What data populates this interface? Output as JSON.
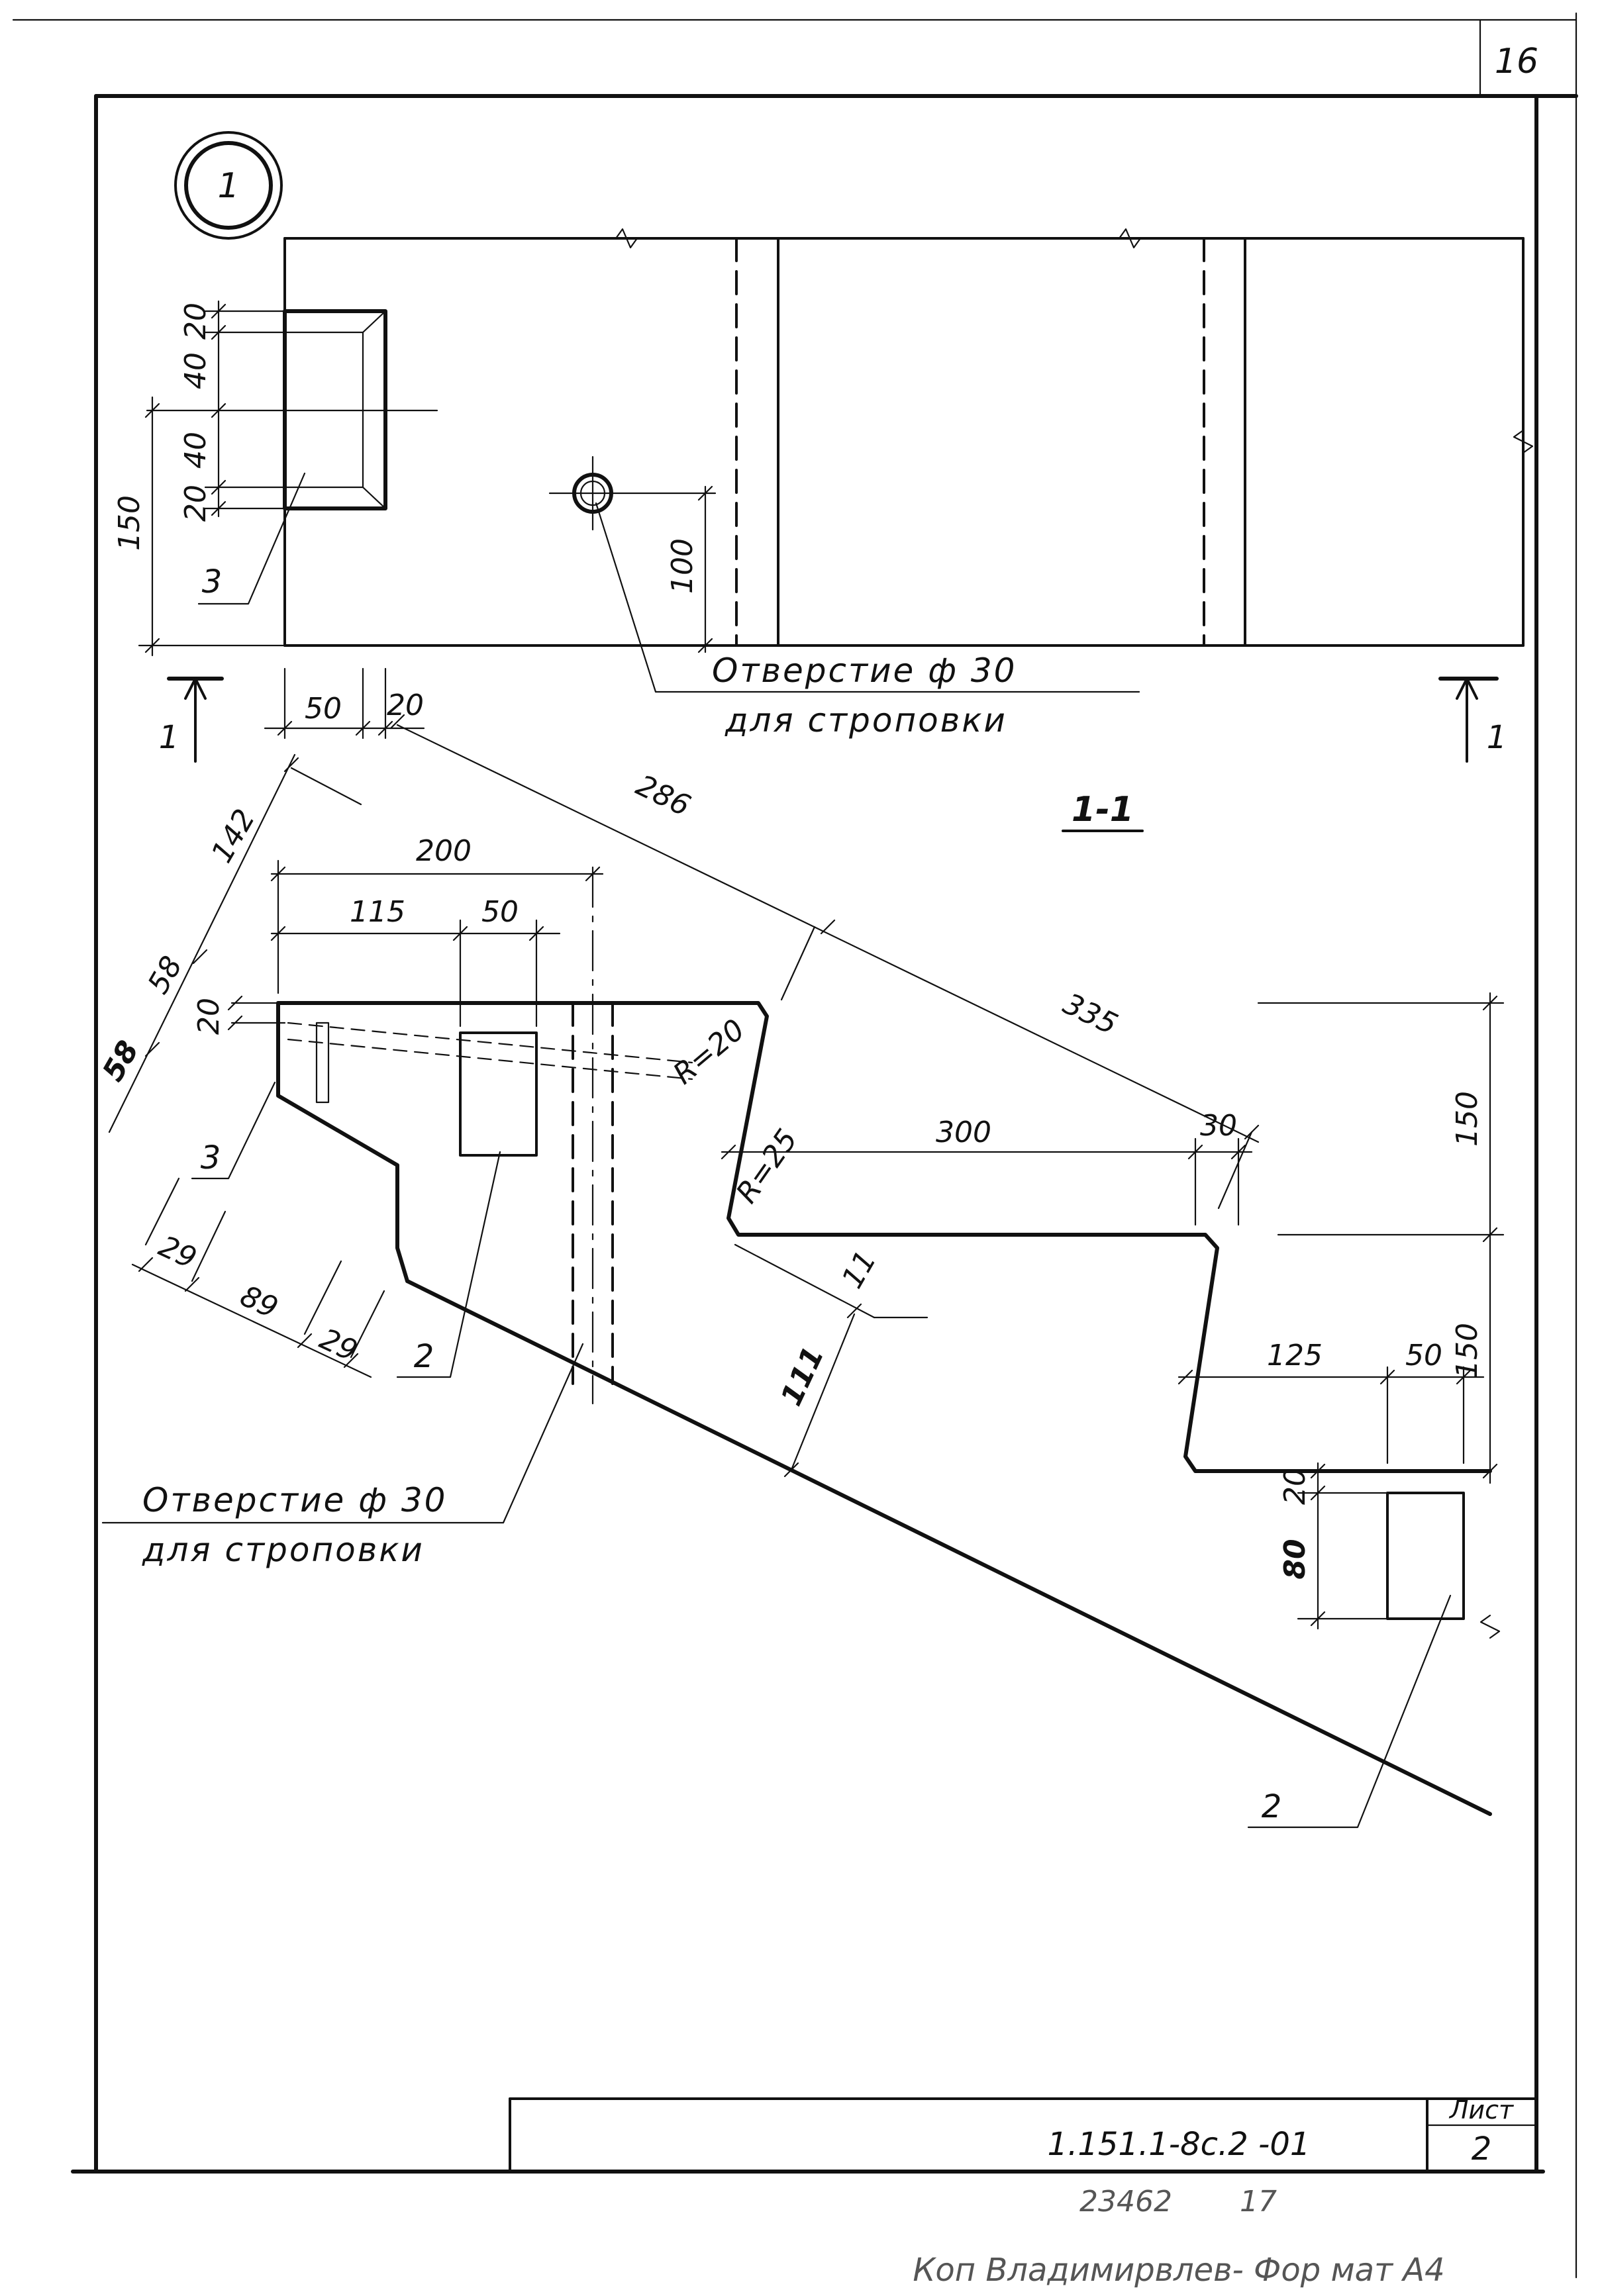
{
  "sheet": {
    "page_number": "16",
    "node_marker": "1",
    "document_code": "1.151.1-8с.2  -01",
    "sheet_label": "Лист",
    "sheet_number": "2",
    "inventory_number": "23462",
    "inventory_suffix": "17",
    "bottom_note": "Коп  Владимирвлев-    Фор  мат  А4"
  },
  "section": {
    "mark_left": "1",
    "mark_right": "1",
    "title": "1-1"
  },
  "notes": {
    "hole_top_line1": "Отверстие  ф 30",
    "hole_top_line2": "для  строповки",
    "hole_bottom_line1": "Отверстие  ф 30",
    "hole_bottom_line2": "для  строповки"
  },
  "positions": {
    "p3_top": "3",
    "p3_section": "3",
    "p2_section": "2",
    "p2_right": "2"
  },
  "dimensions": {
    "d20_a": "20",
    "d40_a": "40",
    "d40_b": "40",
    "d20_b": "20",
    "d150_top": "150",
    "d100": "100",
    "d50_top": "50",
    "d20_top": "20",
    "d286": "286",
    "d142": "142",
    "d200": "200",
    "d115": "115",
    "d50_mid": "50",
    "d58_a": "58",
    "d58_b": "58",
    "d20_mid": "20",
    "r20": "R=20",
    "r25": "R=25",
    "d335": "335",
    "d300": "300",
    "d30": "30",
    "d150_r1": "150",
    "d150_r2": "150",
    "d11": "11",
    "d111": "111",
    "d29_a": "29",
    "d89": "89",
    "d29_b": "29",
    "d125": "125",
    "d50_r": "50",
    "d20_r": "20",
    "d80": "80"
  }
}
